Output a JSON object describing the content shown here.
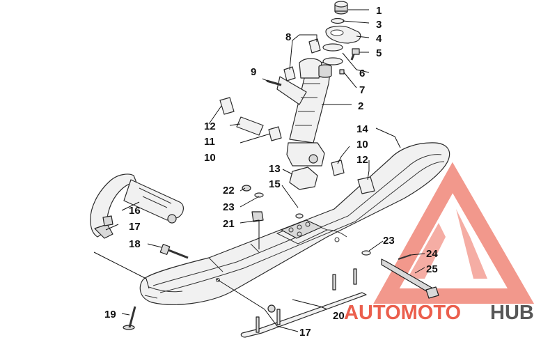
{
  "callouts": [
    {
      "id": "c1",
      "label": "1"
    },
    {
      "id": "c3",
      "label": "3"
    },
    {
      "id": "c4",
      "label": "4"
    },
    {
      "id": "c5",
      "label": "5"
    },
    {
      "id": "c8",
      "label": "8"
    },
    {
      "id": "c6",
      "label": "6"
    },
    {
      "id": "c9",
      "label": "9"
    },
    {
      "id": "c7",
      "label": "7"
    },
    {
      "id": "c2",
      "label": "2"
    },
    {
      "id": "c12a",
      "label": "12"
    },
    {
      "id": "c11",
      "label": "11"
    },
    {
      "id": "c10a",
      "label": "10"
    },
    {
      "id": "c14",
      "label": "14"
    },
    {
      "id": "c10b",
      "label": "10"
    },
    {
      "id": "c12b",
      "label": "12"
    },
    {
      "id": "c13",
      "label": "13"
    },
    {
      "id": "c22",
      "label": "22"
    },
    {
      "id": "c15",
      "label": "15"
    },
    {
      "id": "c23a",
      "label": "23"
    },
    {
      "id": "c21",
      "label": "21"
    },
    {
      "id": "c16",
      "label": "16"
    },
    {
      "id": "c17a",
      "label": "17"
    },
    {
      "id": "c18",
      "label": "18"
    },
    {
      "id": "c23b",
      "label": "23"
    },
    {
      "id": "c24",
      "label": "24"
    },
    {
      "id": "c25",
      "label": "25"
    },
    {
      "id": "c19",
      "label": "19"
    },
    {
      "id": "c20",
      "label": "20"
    },
    {
      "id": "c17b",
      "label": "17"
    }
  ],
  "watermark": {
    "brand_part1": "AUTOMOTO",
    "brand_part2": "HUB",
    "color_primary": "#e8442f",
    "color_secondary": "#3a3a3a"
  }
}
